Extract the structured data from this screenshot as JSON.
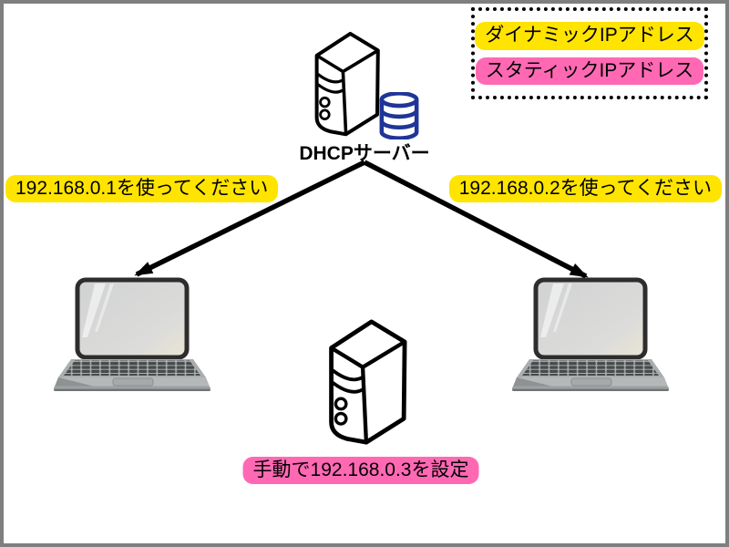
{
  "legend": {
    "items": [
      {
        "label": "ダイナミックIPアドレス",
        "color": "#ffe400"
      },
      {
        "label": "スタティックIPアドレス",
        "color": "#ff69b4"
      }
    ]
  },
  "nodes": {
    "dhcp_server": {
      "label": "DHCPサーバー",
      "icon": "tower-server-with-database"
    },
    "left_client": {
      "icon": "laptop"
    },
    "right_client": {
      "icon": "laptop"
    },
    "manual_server": {
      "icon": "tower-server"
    }
  },
  "annotations": {
    "left": {
      "text": "192.168.0.1を使ってください",
      "style": "dynamic",
      "color": "#ffe400"
    },
    "right": {
      "text": "192.168.0.2を使ってください",
      "style": "dynamic",
      "color": "#ffe400"
    },
    "manual": {
      "text": "手動で192.168.0.3を設定",
      "style": "static",
      "color": "#ff69b4"
    }
  },
  "colors": {
    "dynamic_ip": "#ffe400",
    "static_ip": "#ff69b4",
    "database_blue": "#1f3597",
    "arrow": "#000000",
    "frame_border": "#7f7f7f"
  }
}
